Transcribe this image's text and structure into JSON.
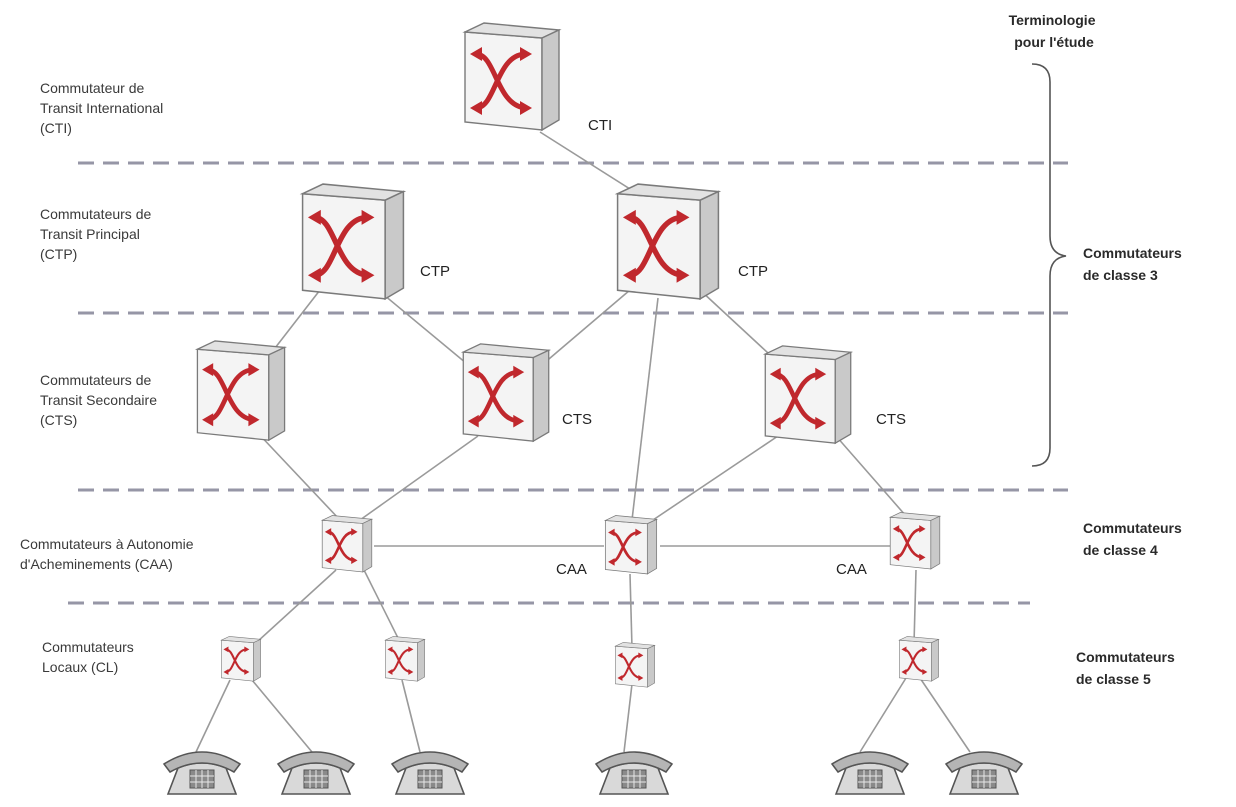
{
  "terminology": {
    "line1": "Terminologie",
    "line2": "pour l'étude"
  },
  "levels": {
    "cti": {
      "lines": [
        "Commutateur de",
        "Transit International",
        "(CTI)"
      ]
    },
    "ctp": {
      "lines": [
        "Commutateurs de",
        "Transit Principal",
        "(CTP)"
      ]
    },
    "cts": {
      "lines": [
        "Commutateurs de",
        "Transit Secondaire",
        "(CTS)"
      ]
    },
    "caa": {
      "lines": [
        "Commutateurs à Autonomie",
        "d'Acheminements (CAA)"
      ]
    },
    "cl": {
      "lines": [
        "Commutateurs",
        "Locaux (CL)"
      ]
    }
  },
  "classes": {
    "class3": {
      "line1": "Commutateurs",
      "line2": "de classe 3"
    },
    "class4": {
      "line1": "Commutateurs",
      "line2": "de classe 4"
    },
    "class5": {
      "line1": "Commutateurs",
      "line2": "de classe 5"
    }
  },
  "node_labels": {
    "cti": "CTI",
    "ctp_left": "CTP",
    "ctp_right": "CTP",
    "cts_mid": "CTS",
    "cts_right": "CTS",
    "caa_mid": "CAA",
    "caa_right": "CAA"
  },
  "icons": {
    "switch": "switch-icon",
    "phone": "telephone-icon"
  },
  "colors": {
    "arrow": "#c0282d",
    "box_front": "#f4f4f4",
    "box_side": "#c9c9c9",
    "box_top": "#e2e2e2",
    "link": "#9a9a9a",
    "divider": "#9696a6"
  }
}
